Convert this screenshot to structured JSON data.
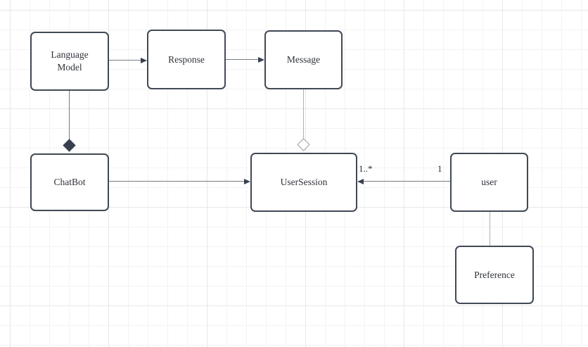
{
  "canvas": {
    "background": "#ffffff",
    "grid_minor_color": "#f3f3f3",
    "grid_major_color": "#e7e7e7"
  },
  "colors": {
    "node_border": "#414956",
    "node_fill": "#ffffff",
    "text": "#2e323a",
    "edge_dark": "#757b84",
    "edge_light": "#adb1b6",
    "arrowhead": "#39404d",
    "composition_diamond": "#39404d",
    "aggregation_diamond_border": "#9aa0a6"
  },
  "nodes": [
    {
      "id": "language-model",
      "label": "Language Model"
    },
    {
      "id": "response",
      "label": "Response"
    },
    {
      "id": "message",
      "label": "Message"
    },
    {
      "id": "chatbot",
      "label": "ChatBot"
    },
    {
      "id": "user-session",
      "label": "UserSession"
    },
    {
      "id": "user",
      "label": "user"
    },
    {
      "id": "preference",
      "label": "Preference"
    }
  ],
  "edges": [
    {
      "from": "language-model",
      "to": "response",
      "type": "arrow"
    },
    {
      "from": "response",
      "to": "message",
      "type": "arrow"
    },
    {
      "from": "language-model",
      "to": "chatbot",
      "type": "composition-filled-diamond"
    },
    {
      "from": "message",
      "to": "user-session",
      "type": "aggregation-hollow-diamond"
    },
    {
      "from": "chatbot",
      "to": "user-session",
      "type": "arrow"
    },
    {
      "from": "user",
      "to": "user-session",
      "type": "arrow",
      "source_label": "1",
      "target_label": "1..*"
    },
    {
      "from": "user",
      "to": "preference",
      "type": "line"
    }
  ]
}
